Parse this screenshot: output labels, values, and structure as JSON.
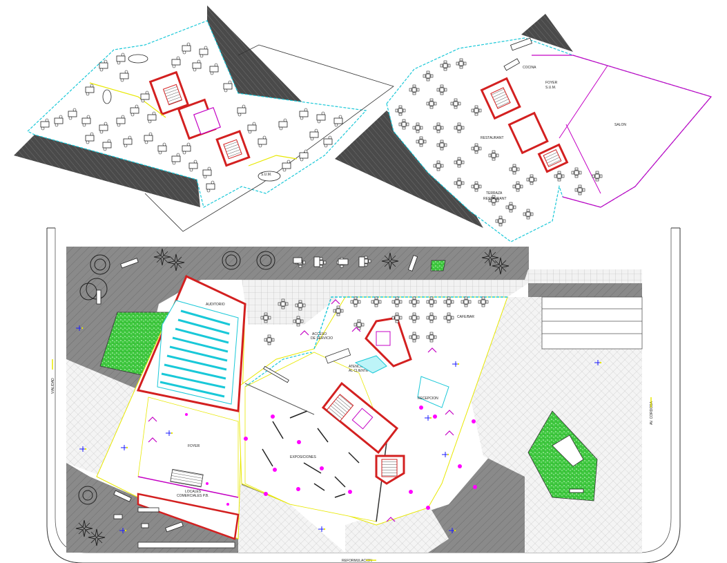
{
  "labels": {
    "auditorio": "AUDITORIO",
    "cafe_bar": "CAFE/BAR",
    "acceso": "ACCESO",
    "de_servicio": "DE SERVICIO",
    "atencion": "ATENCION",
    "al_cliente": "AL CLIENTE",
    "recepcion": "RECEPCION",
    "foyer": "FOYER",
    "exposiciones": "EXPOSICIONES",
    "locales": "LOCALES",
    "comerciales": "COMERCIALES P.B.",
    "cocina": "COCINA",
    "foyer_sum": "FOYER",
    "sum": "S.U.M.",
    "restaurant": "RESTAURANT",
    "terraza": "TERRAZA",
    "terraza_restaurant": "RESTAURANT",
    "salon": "SALON",
    "sala_izq": "S.U.M.",
    "side_left": "VIALIDAD",
    "side_right": "AV. CORDOBA",
    "bottom": "REFORMULACION"
  },
  "colors": {
    "wall": "#d32020",
    "cyan": "#19c8d8",
    "magenta": "#c400c4",
    "yellow": "#e8e800",
    "green": "#38c838",
    "gray": "#7d7d7d",
    "blue": "#1a1aff"
  }
}
